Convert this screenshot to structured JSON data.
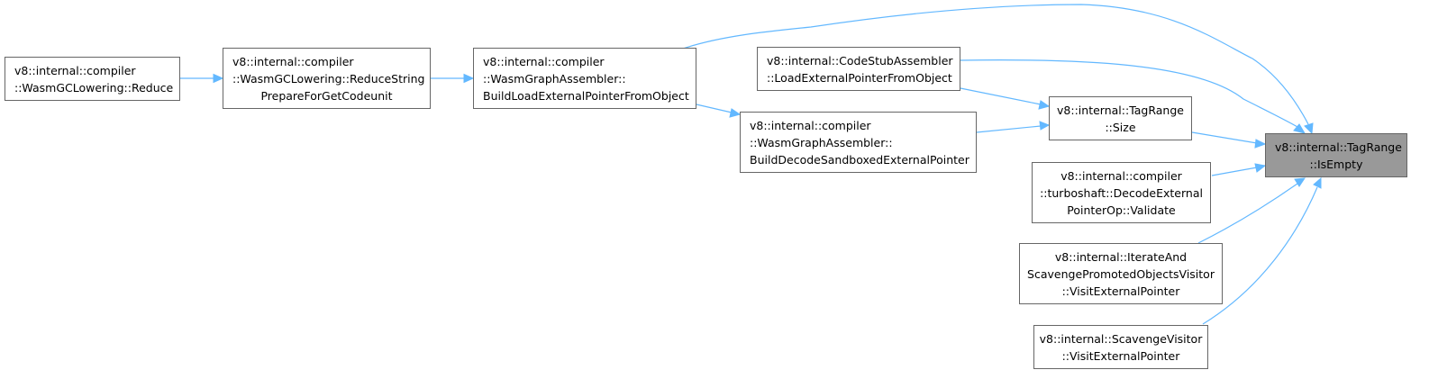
{
  "diagram": {
    "edge_color": "#63b8ff",
    "focus_fill": "#999999",
    "nodes": [
      {
        "id": "isempty",
        "lines": [
          "v8::internal::TagRange",
          "::IsEmpty"
        ]
      },
      {
        "id": "size",
        "lines": [
          "v8::internal::TagRange",
          "::Size"
        ]
      },
      {
        "id": "loadext",
        "lines": [
          "v8::internal::CodeStubAssembler",
          "::LoadExternalPointerFromObject"
        ]
      },
      {
        "id": "builddecode",
        "lines": [
          "v8::internal::compiler",
          "::WasmGraphAssembler::",
          "BuildDecodeSandboxedExternalPointer"
        ]
      },
      {
        "id": "buildload",
        "lines": [
          "v8::internal::compiler",
          "::WasmGraphAssembler::",
          "BuildLoadExternalPointerFromObject"
        ]
      },
      {
        "id": "reducestring",
        "lines": [
          "v8::internal::compiler",
          "::WasmGCLowering::ReduceString",
          "PrepareForGetCodeunit"
        ]
      },
      {
        "id": "reduce",
        "lines": [
          "v8::internal::compiler",
          "::WasmGCLowering::Reduce"
        ]
      },
      {
        "id": "validate",
        "lines": [
          "v8::internal::compiler",
          "::turboshaft::DecodeExternal",
          "PointerOp::Validate"
        ]
      },
      {
        "id": "iterate",
        "lines": [
          "v8::internal::IterateAnd",
          "ScavengePromotedObjectsVisitor",
          "::VisitExternalPointer"
        ]
      },
      {
        "id": "scavenge",
        "lines": [
          "v8::internal::ScavengeVisitor",
          "::VisitExternalPointer"
        ]
      }
    ],
    "edges": [
      {
        "from": "size",
        "to": "isempty"
      },
      {
        "from": "loadext",
        "to": "isempty"
      },
      {
        "from": "buildload",
        "to": "isempty"
      },
      {
        "from": "validate",
        "to": "isempty"
      },
      {
        "from": "iterate",
        "to": "isempty"
      },
      {
        "from": "scavenge",
        "to": "isempty"
      },
      {
        "from": "loadext",
        "to": "size"
      },
      {
        "from": "builddecode",
        "to": "size"
      },
      {
        "from": "buildload",
        "to": "builddecode"
      },
      {
        "from": "reducestring",
        "to": "buildload"
      },
      {
        "from": "reduce",
        "to": "reducestring"
      }
    ]
  }
}
